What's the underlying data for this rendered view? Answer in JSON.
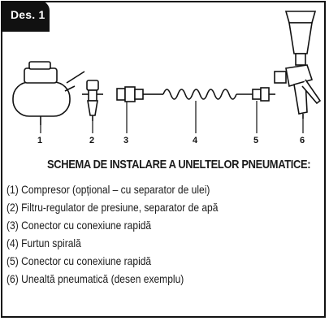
{
  "figure_label": "Des. 1",
  "callouts": [
    "1",
    "2",
    "3",
    "4",
    "5",
    "6"
  ],
  "icons": [
    "air-compressor",
    "filter-regulator",
    "quick-coupler",
    "spiral-hose",
    "quick-coupler-plug",
    "spray-gun"
  ],
  "title": "SCHEMA DE INSTALARE A UNELTELOR PNEUMATICE:",
  "items": [
    {
      "num": "(1)",
      "text": "Compresor (opțional – cu separator de ulei)"
    },
    {
      "num": "(2)",
      "text": "Filtru-regulator de presiune, separator de apă"
    },
    {
      "num": "(3)",
      "text": "Conector cu conexiune rapidă"
    },
    {
      "num": "(4)",
      "text": "Furtun spirală"
    },
    {
      "num": "(5)",
      "text": "Conector cu conexiune rapidă"
    },
    {
      "num": "(6)",
      "text": "Unealtă pneumatică (desen exemplu)"
    }
  ]
}
